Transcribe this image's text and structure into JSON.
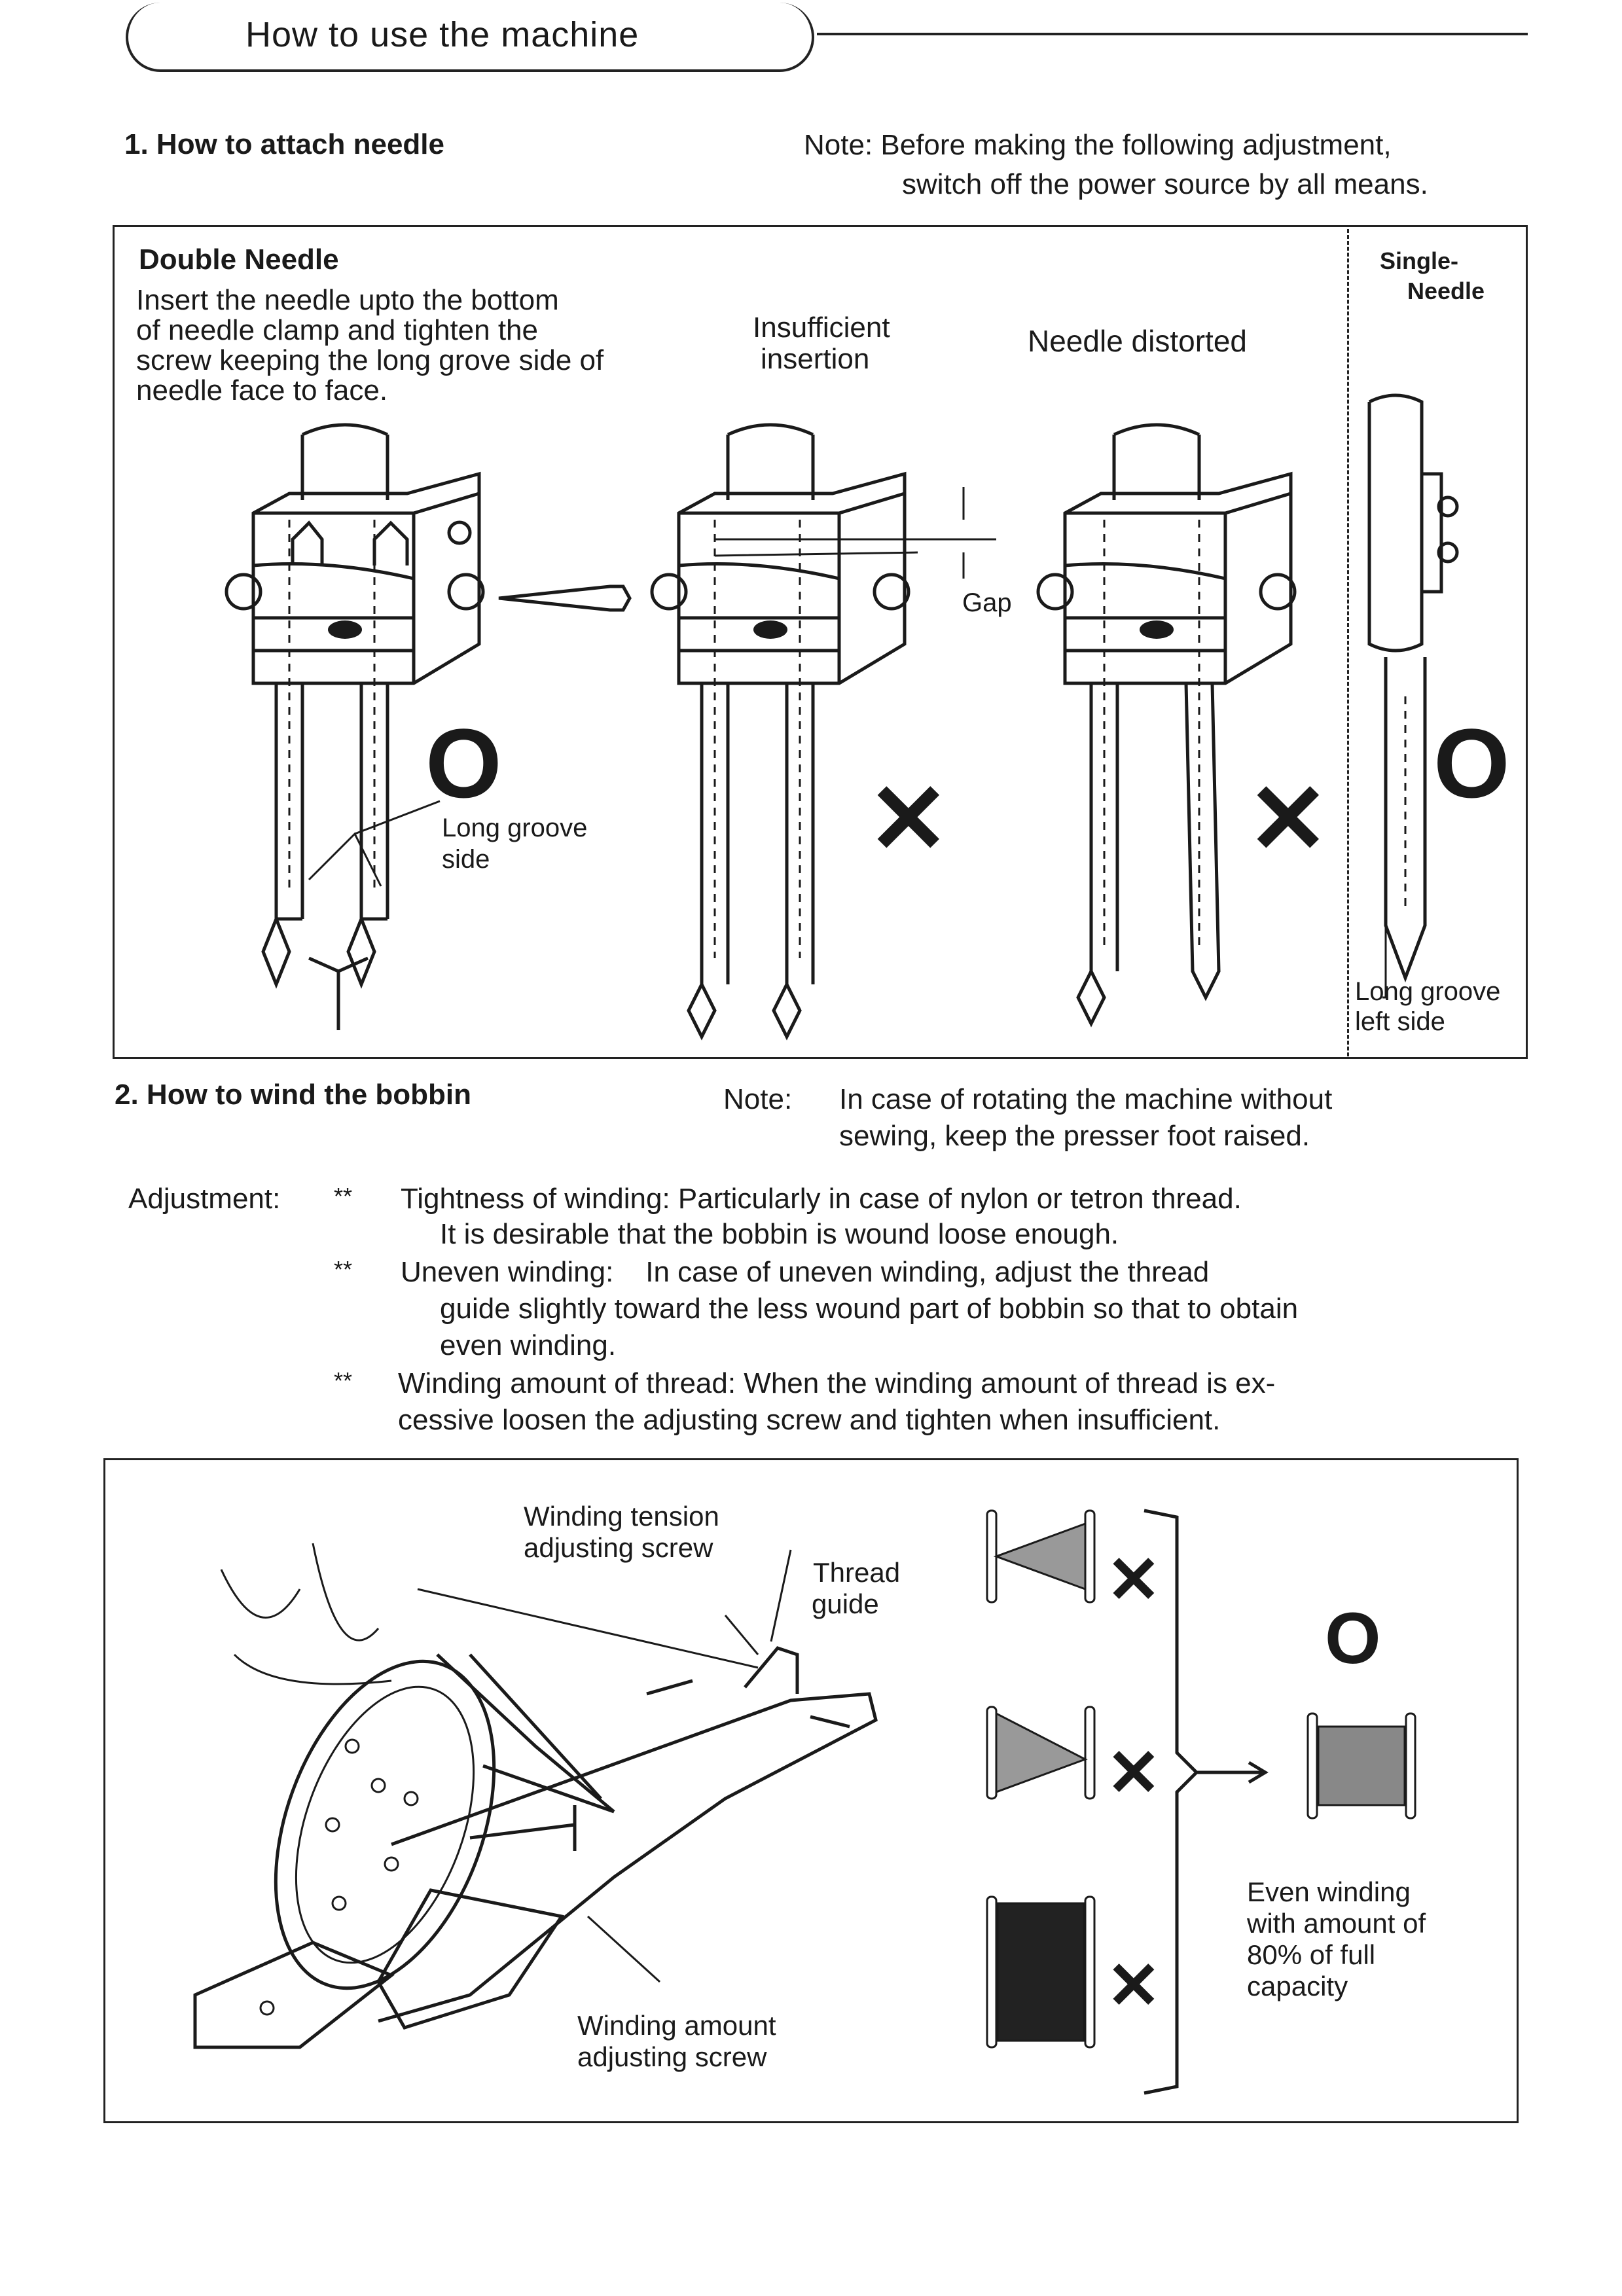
{
  "header": {
    "title": "How to use the machine"
  },
  "section1": {
    "heading": "1. How to attach needle",
    "note_line1": "Note: Before making the following adjustment,",
    "note_line2": "switch off the power source by all means.",
    "double_needle": {
      "title": "Double Needle",
      "text_lines": [
        "Insert the needle upto the bottom",
        "of needle clamp and tighten the",
        "screw keeping the long grove side of",
        "needle face to face."
      ],
      "long_groove_label_1": "Long groove",
      "long_groove_label_2": "side"
    },
    "insufficient_1": "Insufficient",
    "insufficient_2": "insertion",
    "gap_label": "Gap",
    "distorted": "Needle distorted",
    "single_needle": {
      "title_1": "Single-",
      "title_2": "Needle",
      "label_1": "Long groove",
      "label_2": "left side"
    }
  },
  "section2": {
    "heading": "2. How to wind the bobbin",
    "note_label": "Note:",
    "note_line1": "In case of rotating the machine without",
    "note_line2": "sewing, keep the presser foot raised.",
    "adjustment_label": "Adjustment:",
    "bullet": "**",
    "items": [
      {
        "line1": "Tightness of winding: Particularly in case of nylon or tetron thread.",
        "line2": "It is desirable that the bobbin is wound loose enough."
      },
      {
        "line1": "Uneven winding:    In case of uneven winding, adjust the thread",
        "line2": "guide slightly toward the less wound part of bobbin so that to obtain",
        "line3": "even winding."
      },
      {
        "line1": "Winding amount of thread: When the winding amount of thread is ex-",
        "line2": "cessive loosen the adjusting screw and tighten when insufficient."
      }
    ],
    "labels": {
      "tension_1": "Winding tension",
      "tension_2": "adjusting screw",
      "guide_1": "Thread",
      "guide_2": "guide",
      "amount_1": "Winding amount",
      "amount_2": "adjusting screw",
      "even_1": "Even winding",
      "even_2": "with amount of",
      "even_3": "80% of full",
      "even_4": "capacity"
    }
  },
  "marks": {
    "ok": "O",
    "ng": "✕"
  }
}
